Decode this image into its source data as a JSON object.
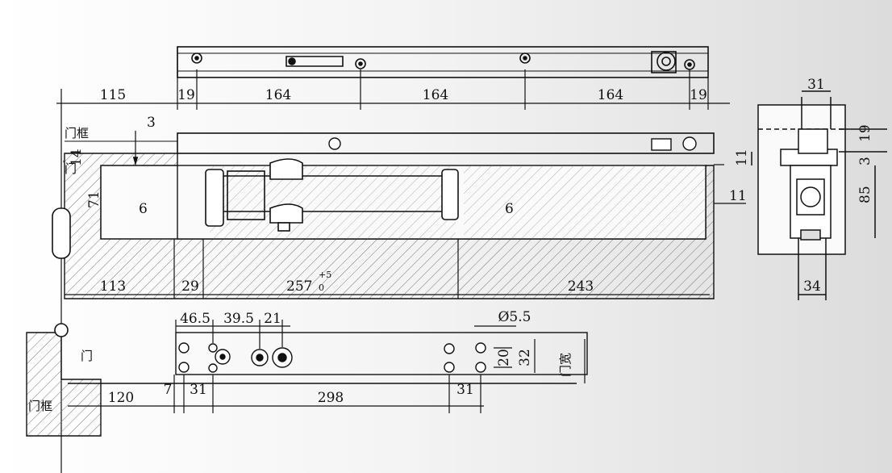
{
  "top_rail": {
    "dims": [
      "115",
      "19",
      "164",
      "164",
      "164",
      "19"
    ]
  },
  "section": {
    "door_frame": "门框",
    "door": "门",
    "dims_left": {
      "gap": "3",
      "d14": "14",
      "d71": "71",
      "d6a": "6",
      "d6b": "6",
      "d11": "11"
    },
    "dims_bottom": {
      "a": "113",
      "b": "29",
      "c_base": "257",
      "c_sup": "+5",
      "c_sub": "0",
      "d": "243"
    }
  },
  "side_view": {
    "w31": "31",
    "h19": "19",
    "h3": "3",
    "h11": "11",
    "h85": "85",
    "w34": "34"
  },
  "plate": {
    "door": "门",
    "door_frame": "门框",
    "door_width": "门宽",
    "dims_top": {
      "a": "46.5",
      "b": "39.5",
      "c": "21",
      "hole": "Ø5.5"
    },
    "dims_right": {
      "h20": "20",
      "h32": "32"
    },
    "dims_bottom": {
      "a": "120",
      "b": "7",
      "c": "31",
      "d": "298",
      "e": "31"
    }
  }
}
